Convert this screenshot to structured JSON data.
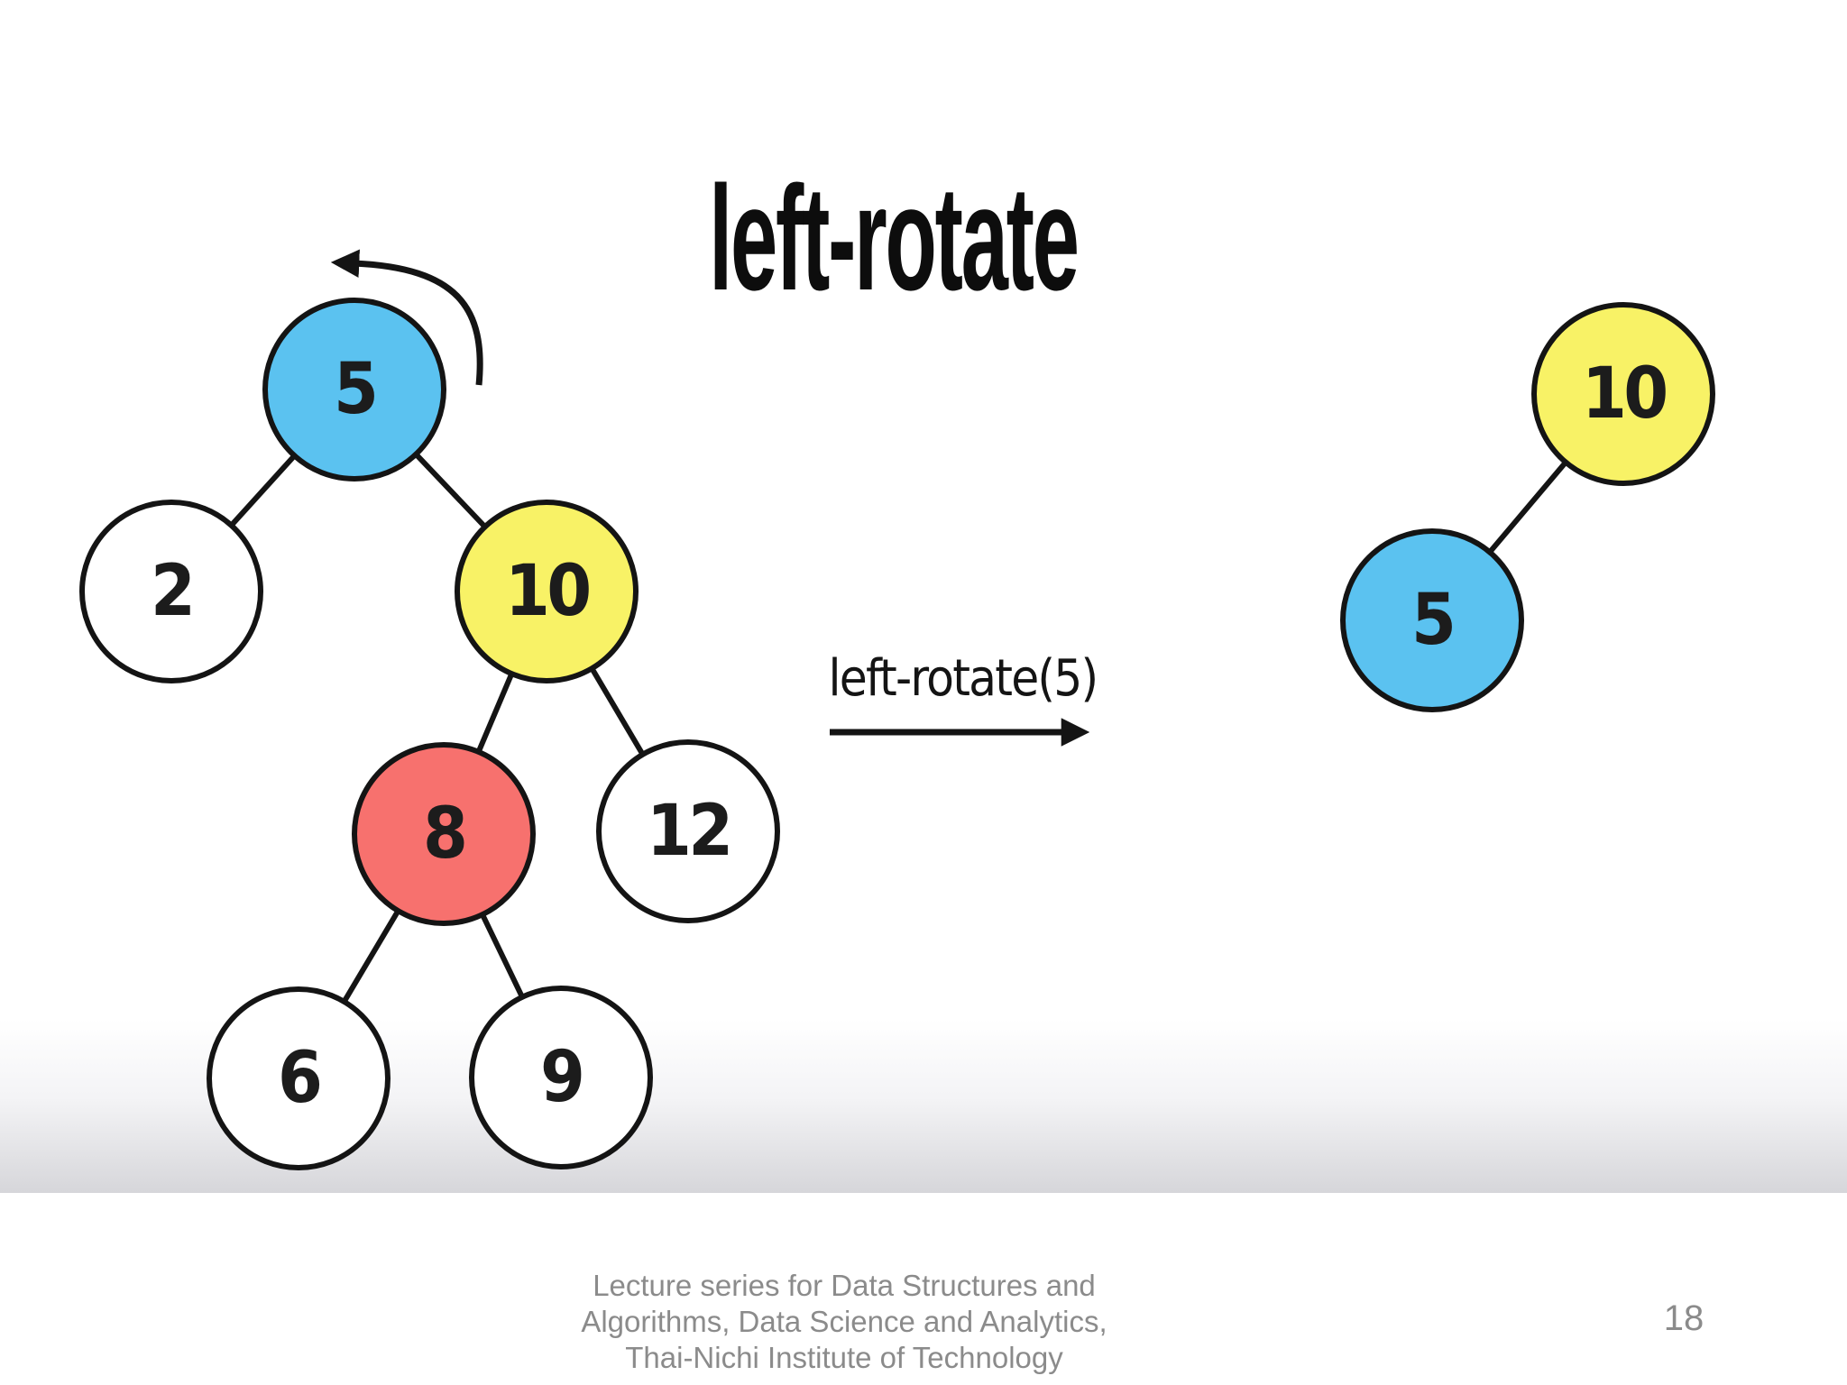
{
  "slide": {
    "title": "left-rotate",
    "operation_label": "left-rotate(5)",
    "page_number": "18",
    "footer_lines": [
      "Lecture series for Data Structures and",
      "Algorithms, Data Science and Analytics,",
      "Thai-Nichi Institute of Technology"
    ]
  },
  "arrows": {
    "rotation_arrow_direction": "counterclockwise",
    "transition_arrow_direction": "right"
  },
  "colors": {
    "node_blue": "#5BC2F0",
    "node_yellow": "#F8F266",
    "node_red": "#F7716E",
    "node_white": "#FFFFFF",
    "outline_black": "#141414",
    "title_black": "#0D0D0D",
    "footer_gray": "#8B8B8B"
  },
  "before_tree": {
    "nodes": [
      {
        "value": "5",
        "color": "blue"
      },
      {
        "value": "2",
        "color": "white"
      },
      {
        "value": "10",
        "color": "yellow"
      },
      {
        "value": "8",
        "color": "red"
      },
      {
        "value": "12",
        "color": "white"
      },
      {
        "value": "6",
        "color": "white"
      },
      {
        "value": "9",
        "color": "white"
      }
    ],
    "edges": [
      [
        "5",
        "2"
      ],
      [
        "5",
        "10"
      ],
      [
        "10",
        "8"
      ],
      [
        "10",
        "12"
      ],
      [
        "8",
        "6"
      ],
      [
        "8",
        "9"
      ]
    ]
  },
  "after_tree": {
    "nodes": [
      {
        "value": "10",
        "color": "yellow"
      },
      {
        "value": "5",
        "color": "blue"
      }
    ],
    "edges": [
      [
        "10",
        "5"
      ]
    ]
  }
}
